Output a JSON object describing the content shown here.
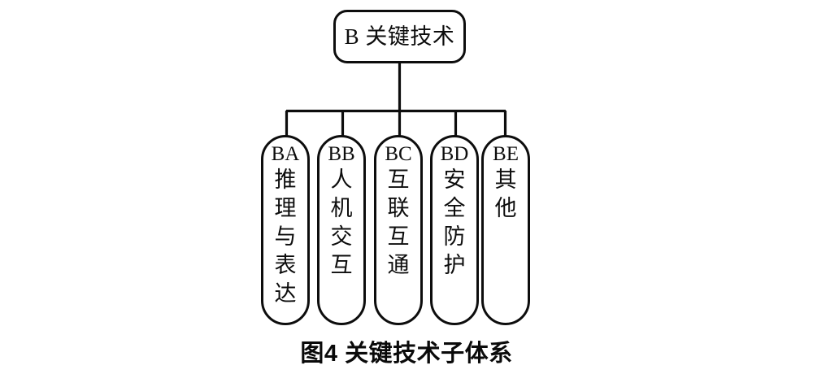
{
  "figure": {
    "caption": "图4 关键技术子体系",
    "line_color": "#0d0d0d",
    "background": "#ffffff"
  },
  "root": {
    "label": "B 关键技术",
    "code": "B",
    "name": "关键技术"
  },
  "children": [
    {
      "code": "BA",
      "name": "推理与表达",
      "chars": [
        "推",
        "理",
        "与",
        "表",
        "达"
      ]
    },
    {
      "code": "BB",
      "name": "人机交互",
      "chars": [
        "人",
        "机",
        "交",
        "互"
      ]
    },
    {
      "code": "BC",
      "name": "互联互通",
      "chars": [
        "互",
        "联",
        "互",
        "通"
      ]
    },
    {
      "code": "BD",
      "name": "安全防护",
      "chars": [
        "安",
        "全",
        "防",
        "护"
      ]
    },
    {
      "code": "BE",
      "name": "其他",
      "chars": [
        "其",
        "他"
      ]
    }
  ]
}
